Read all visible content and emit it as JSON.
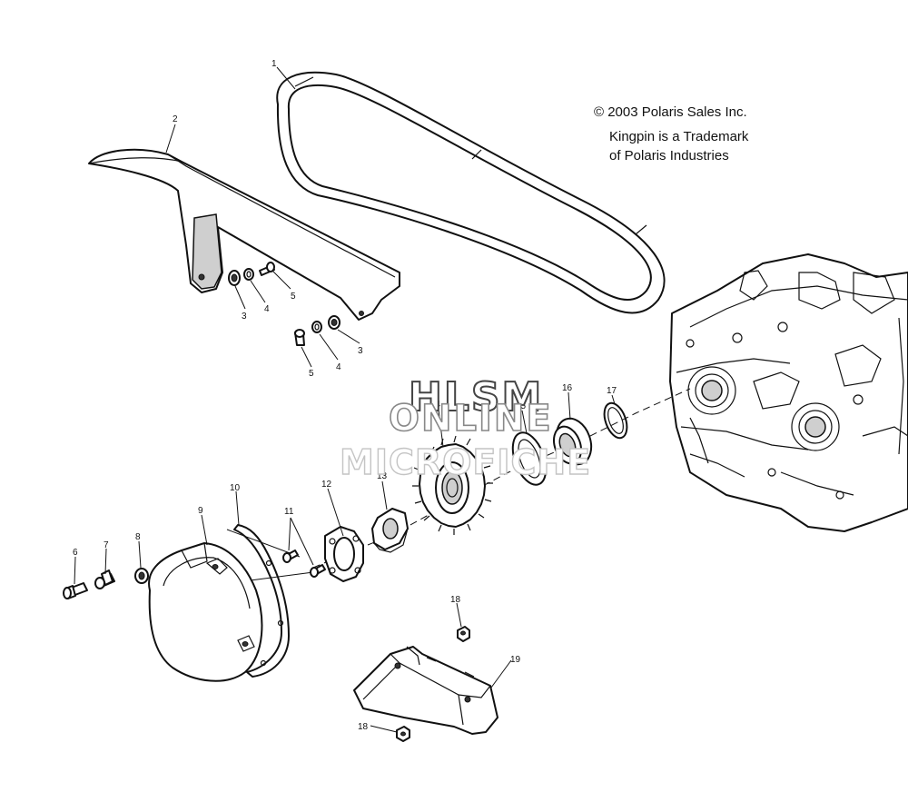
{
  "copyright": {
    "line1": "© 2003 Polaris Sales Inc.",
    "line2": "Kingpin is a Trademark",
    "line3": "of Polaris Industries"
  },
  "watermark": {
    "line1": "HLSM",
    "line2": "ONLINE",
    "line3": "MICROFICHE"
  },
  "callouts": {
    "belt": "1",
    "upper_guard": "2",
    "washer_upper_left": "3",
    "washer_2_left": "4",
    "bolt_left": "5",
    "washer_upper_right": "3",
    "washer_2_right": "4",
    "bolt_right": "5",
    "screw_6": "6",
    "screw_7": "7",
    "bushing_8": "8",
    "cover_9": "9",
    "gasket_10": "10",
    "bolts_11": "11",
    "plate_12": "12",
    "nut_13": "13",
    "sprocket_14": "14",
    "seal_15": "15",
    "bearing_16": "16",
    "oring_17": "17",
    "nut_18_top": "18",
    "nut_18_bottom": "18",
    "lower_guard_19": "19"
  }
}
